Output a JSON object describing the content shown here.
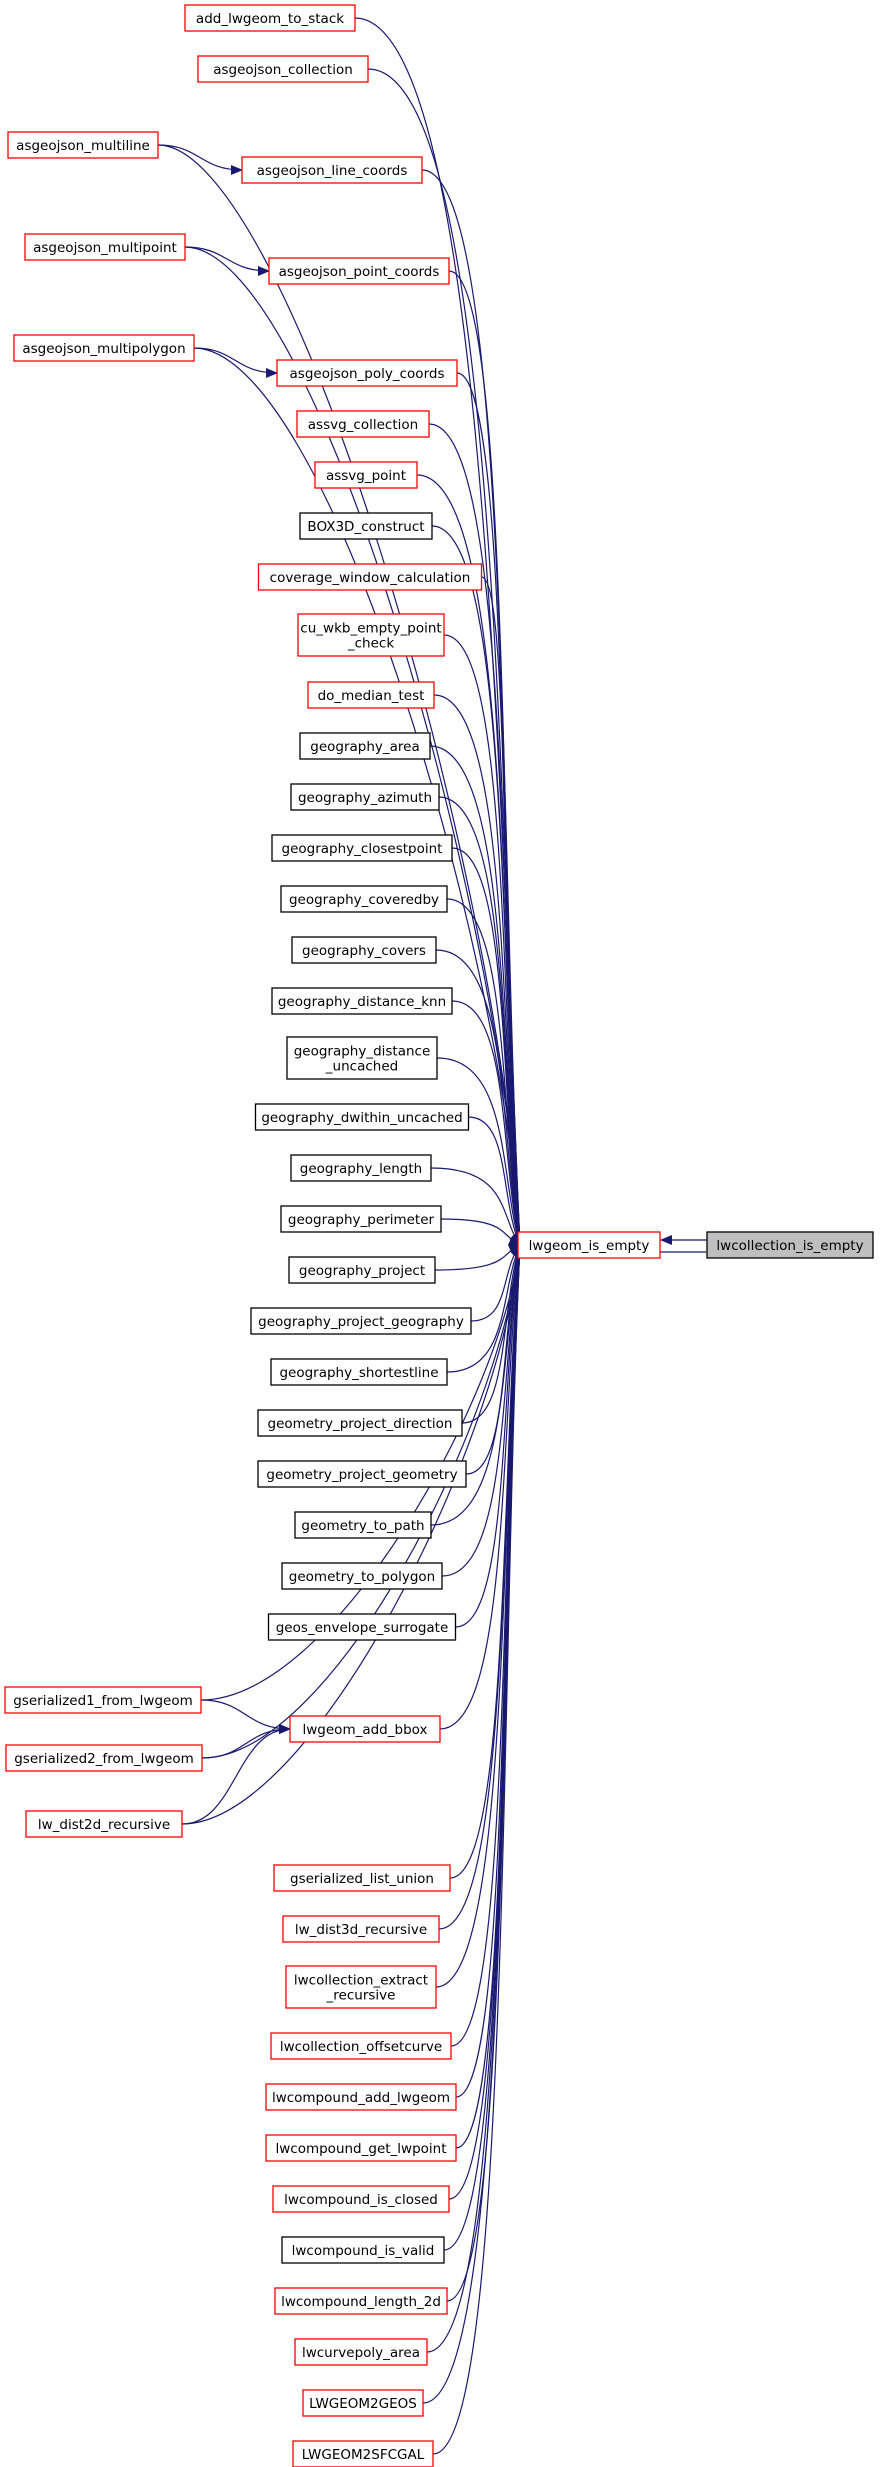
{
  "root": {
    "id": "lwgeom_is_empty",
    "label": "lwgeom_is_empty",
    "style": "red"
  },
  "focus": {
    "id": "lwcollection_is_empty",
    "label": "lwcollection_is_empty",
    "style": "gray"
  },
  "edge_color": "#191970",
  "colors": {
    "red_border": "#ff0000",
    "black_border": "#000000",
    "focus_fill": "#bfbfbf"
  },
  "direct_callers": [
    {
      "id": "add_lwgeom_to_stack",
      "label": "add_lwgeom_to_stack",
      "style": "red"
    },
    {
      "id": "asgeojson_collection",
      "label": "asgeojson_collection",
      "style": "red"
    },
    {
      "id": "asgeojson_multiline",
      "label": "asgeojson_multiline",
      "style": "red"
    },
    {
      "id": "asgeojson_line_coords",
      "label": "asgeojson_line_coords",
      "style": "red"
    },
    {
      "id": "asgeojson_multipoint",
      "label": "asgeojson_multipoint",
      "style": "red"
    },
    {
      "id": "asgeojson_point_coords",
      "label": "asgeojson_point_coords",
      "style": "red"
    },
    {
      "id": "asgeojson_multipolygon",
      "label": "asgeojson_multipolygon",
      "style": "red"
    },
    {
      "id": "asgeojson_poly_coords",
      "label": "asgeojson_poly_coords",
      "style": "red"
    },
    {
      "id": "assvg_collection",
      "label": "assvg_collection",
      "style": "red"
    },
    {
      "id": "assvg_point",
      "label": "assvg_point",
      "style": "red"
    },
    {
      "id": "BOX3D_construct",
      "label": "BOX3D_construct",
      "style": "black"
    },
    {
      "id": "coverage_window_calculation",
      "label": "coverage_window_calculation",
      "style": "red"
    },
    {
      "id": "cu_wkb_empty_point_check",
      "label": "cu_wkb_empty_point\n_check",
      "style": "red"
    },
    {
      "id": "do_median_test",
      "label": "do_median_test",
      "style": "red"
    },
    {
      "id": "geography_area",
      "label": "geography_area",
      "style": "black"
    },
    {
      "id": "geography_azimuth",
      "label": "geography_azimuth",
      "style": "black"
    },
    {
      "id": "geography_closestpoint",
      "label": "geography_closestpoint",
      "style": "black"
    },
    {
      "id": "geography_coveredby",
      "label": "geography_coveredby",
      "style": "black"
    },
    {
      "id": "geography_covers",
      "label": "geography_covers",
      "style": "black"
    },
    {
      "id": "geography_distance_knn",
      "label": "geography_distance_knn",
      "style": "black"
    },
    {
      "id": "geography_distance_uncached",
      "label": "geography_distance\n_uncached",
      "style": "black"
    },
    {
      "id": "geography_dwithin_uncached",
      "label": "geography_dwithin_uncached",
      "style": "black"
    },
    {
      "id": "geography_length",
      "label": "geography_length",
      "style": "black"
    },
    {
      "id": "geography_perimeter",
      "label": "geography_perimeter",
      "style": "black"
    },
    {
      "id": "geography_project",
      "label": "geography_project",
      "style": "black"
    },
    {
      "id": "geography_project_geography",
      "label": "geography_project_geography",
      "style": "black"
    },
    {
      "id": "geography_shortestline",
      "label": "geography_shortestline",
      "style": "black"
    },
    {
      "id": "geometry_project_direction",
      "label": "geometry_project_direction",
      "style": "black"
    },
    {
      "id": "geometry_project_geometry",
      "label": "geometry_project_geometry",
      "style": "black"
    },
    {
      "id": "geometry_to_path",
      "label": "geometry_to_path",
      "style": "black"
    },
    {
      "id": "geometry_to_polygon",
      "label": "geometry_to_polygon",
      "style": "black"
    },
    {
      "id": "geos_envelope_surrogate",
      "label": "geos_envelope_surrogate",
      "style": "black"
    },
    {
      "id": "gserialized1_from_lwgeom",
      "label": "gserialized1_from_lwgeom",
      "style": "red"
    },
    {
      "id": "lwgeom_add_bbox",
      "label": "lwgeom_add_bbox",
      "style": "red"
    },
    {
      "id": "gserialized2_from_lwgeom",
      "label": "gserialized2_from_lwgeom",
      "style": "red"
    },
    {
      "id": "lw_dist2d_recursive",
      "label": "lw_dist2d_recursive",
      "style": "red"
    },
    {
      "id": "gserialized_list_union",
      "label": "gserialized_list_union",
      "style": "red"
    },
    {
      "id": "lw_dist3d_recursive",
      "label": "lw_dist3d_recursive",
      "style": "red"
    },
    {
      "id": "lwcollection_extract_recursive",
      "label": "lwcollection_extract\n_recursive",
      "style": "red"
    },
    {
      "id": "lwcollection_offsetcurve",
      "label": "lwcollection_offsetcurve",
      "style": "red"
    },
    {
      "id": "lwcompound_add_lwgeom",
      "label": "lwcompound_add_lwgeom",
      "style": "red"
    },
    {
      "id": "lwcompound_get_lwpoint",
      "label": "lwcompound_get_lwpoint",
      "style": "red"
    },
    {
      "id": "lwcompound_is_closed",
      "label": "lwcompound_is_closed",
      "style": "red"
    },
    {
      "id": "lwcompound_is_valid",
      "label": "lwcompound_is_valid",
      "style": "black"
    },
    {
      "id": "lwcompound_length_2d",
      "label": "lwcompound_length_2d",
      "style": "red"
    },
    {
      "id": "lwcurvepoly_area",
      "label": "lwcurvepoly_area",
      "style": "red"
    },
    {
      "id": "LWGEOM2GEOS",
      "label": "LWGEOM2GEOS",
      "style": "red"
    },
    {
      "id": "LWGEOM2SFCGAL",
      "label": "LWGEOM2SFCGAL",
      "style": "red"
    }
  ],
  "indirect_edges": [
    {
      "from": "asgeojson_multiline",
      "to": "asgeojson_line_coords"
    },
    {
      "from": "asgeojson_multipoint",
      "to": "asgeojson_point_coords"
    },
    {
      "from": "asgeojson_multipolygon",
      "to": "asgeojson_poly_coords"
    },
    {
      "from": "gserialized1_from_lwgeom",
      "to": "lwgeom_add_bbox"
    },
    {
      "from": "gserialized2_from_lwgeom",
      "to": "lwgeom_add_bbox"
    },
    {
      "from": "lw_dist2d_recursive",
      "to": "lwgeom_add_bbox"
    }
  ],
  "focus_edges": [
    {
      "from": "lwcollection_is_empty",
      "to": "lwgeom_is_empty"
    },
    {
      "from": "lwgeom_is_empty",
      "to": "lwcollection_is_empty"
    }
  ]
}
